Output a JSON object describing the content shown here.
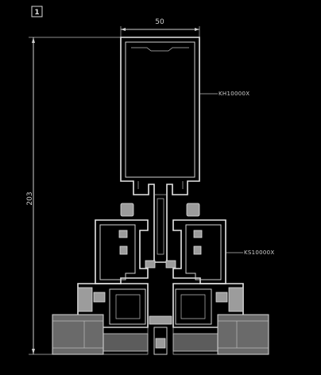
{
  "figure_number": "1",
  "dimensions": {
    "width_label": "50",
    "height_label": "203"
  },
  "callouts": {
    "upper_profile": "KH10000X",
    "lower_profile": "KS10000X"
  },
  "colors": {
    "background": "#000000",
    "lines": "#d0d0d0",
    "glass": "#6a6a6a"
  }
}
